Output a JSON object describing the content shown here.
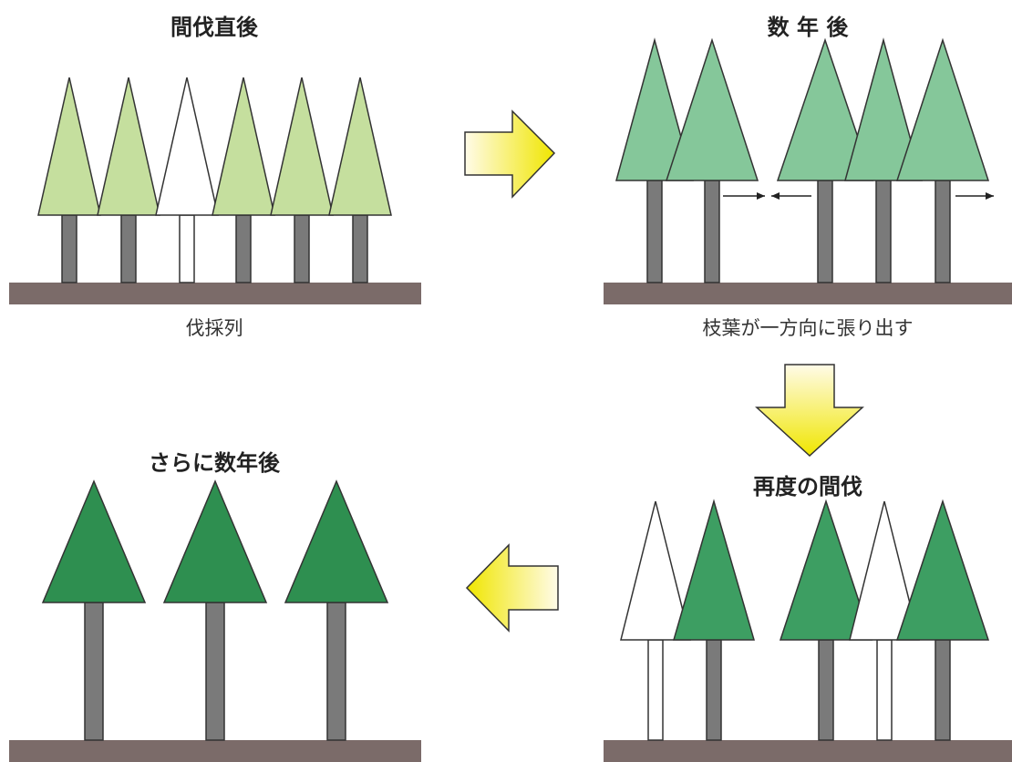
{
  "panels": [
    {
      "id": "immediately-after",
      "title": "間伐直後",
      "caption": "伐採列",
      "trees": [
        {
          "state": "remaining",
          "color": "#c5df9e"
        },
        {
          "state": "remaining",
          "color": "#c5df9e"
        },
        {
          "state": "felled"
        },
        {
          "state": "remaining",
          "color": "#c5df9e"
        },
        {
          "state": "remaining",
          "color": "#c5df9e"
        },
        {
          "state": "remaining",
          "color": "#c5df9e"
        }
      ]
    },
    {
      "id": "several-years-later",
      "title": "数 年 後",
      "caption": "枝葉が一方向に張り出す",
      "trees": [
        {
          "state": "remaining",
          "color": "#85c79a"
        },
        {
          "state": "remaining",
          "color": "#85c79a"
        },
        {
          "state": "remaining",
          "color": "#85c79a"
        },
        {
          "state": "remaining",
          "color": "#85c79a"
        },
        {
          "state": "remaining",
          "color": "#85c79a"
        }
      ]
    },
    {
      "id": "second-thinning",
      "title": "再度の間伐",
      "caption": "",
      "trees": [
        {
          "state": "felled"
        },
        {
          "state": "remaining",
          "color": "#3d9e62"
        },
        {
          "state": "remaining",
          "color": "#3d9e62"
        },
        {
          "state": "felled"
        },
        {
          "state": "remaining",
          "color": "#3d9e62"
        }
      ]
    },
    {
      "id": "further-years-later",
      "title": "さらに数年後",
      "caption": "",
      "trees": [
        {
          "state": "remaining",
          "color": "#2e8f50"
        },
        {
          "state": "remaining",
          "color": "#2e8f50"
        },
        {
          "state": "remaining",
          "color": "#2e8f50"
        }
      ]
    }
  ],
  "flow": [
    "right",
    "down",
    "left"
  ],
  "colors": {
    "ground": "#7b6b69",
    "trunk": "#7a7a7a",
    "outline": "#333333",
    "arrow_light": "#fffbe8",
    "arrow_yellow": "#f0e600"
  }
}
